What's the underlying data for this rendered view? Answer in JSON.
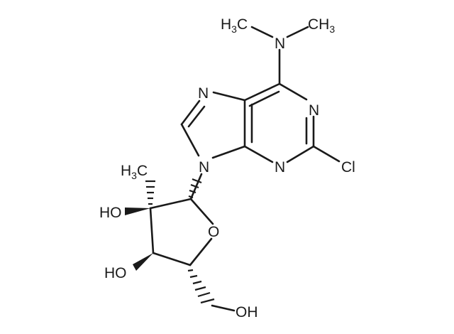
{
  "structure": {
    "colors": {
      "ink": "#1a1a1a",
      "background": "#ffffff"
    },
    "labels": {
      "methyl_left_main": "H",
      "methyl_left_sub": "3",
      "methyl_left_tail": "C",
      "nitrogen_amine": "N",
      "methyl_right_main": "CH",
      "methyl_right_sub": "3",
      "nitrogen_n7": "N",
      "nitrogen_n1": "N",
      "nitrogen_n9": "N",
      "nitrogen_n3": "N",
      "chlorine": "Cl",
      "methyl_ribose_main": "H",
      "methyl_ribose_sub": "3",
      "methyl_ribose_tail": "C",
      "hydroxyl_2": "HO",
      "ring_oxygen": "O",
      "hydroxyl_3": "HO",
      "hydroxyl_5": "OH"
    }
  }
}
